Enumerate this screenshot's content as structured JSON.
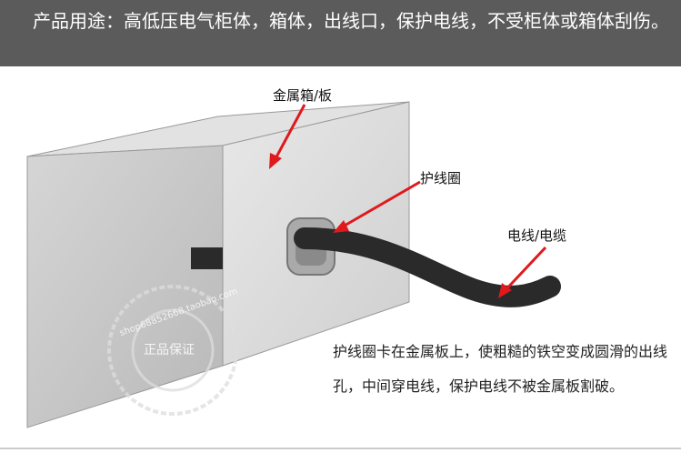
{
  "header": {
    "text": "产品用途：高低压电气柜体，箱体，出线口，保护电线，不受柜体或箱体刮伤。"
  },
  "labels": {
    "metal_box": "金属箱/板",
    "grommet": "护线圈",
    "cable": "电线/电缆"
  },
  "description": "护线圈卡在金属板上，使粗糙的铁空变成圆滑的出线孔，中间穿电线，保护电线不被金属板割破。",
  "watermark": {
    "url": "shop68852668.taobao.com",
    "center": "正品保证"
  },
  "colors": {
    "header_bg": "#5b5b5b",
    "arrow": "#e0191d",
    "cable": "#2a2a2a"
  }
}
